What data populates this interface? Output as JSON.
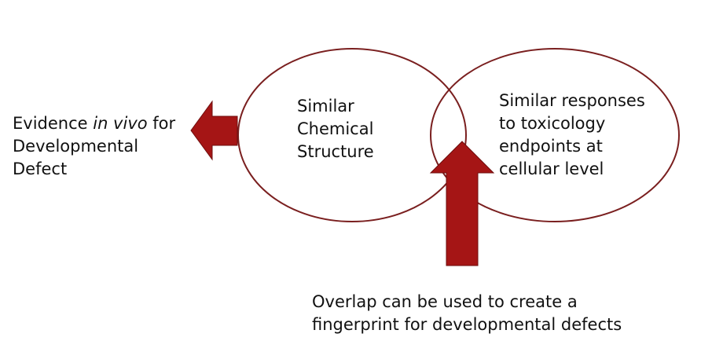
{
  "left_text": {
    "line1_pre": "Evidence ",
    "line1_italic": "in vivo",
    "line1_post": " for",
    "line2": "Developmental",
    "line3": "Defect"
  },
  "circle_left": {
    "lines": [
      "Similar",
      "Chemical",
      "Structure"
    ]
  },
  "circle_right": {
    "lines": [
      "Similar responses",
      "to toxicology",
      "endpoints at",
      "cellular level"
    ]
  },
  "overlap_note": {
    "lines": [
      "Overlap can be used to create a",
      "fingerprint for developmental defects"
    ]
  },
  "colors": {
    "circle_stroke": "#7a1f1f",
    "arrow_fill": "#a51515",
    "text": "#111111"
  }
}
